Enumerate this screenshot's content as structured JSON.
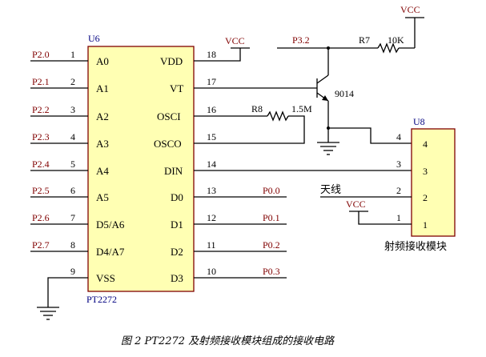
{
  "u6": {
    "ref": "U6",
    "part": "PT2272",
    "left_pins": [
      {
        "num": "1",
        "name": "A0",
        "net": "P2.0"
      },
      {
        "num": "2",
        "name": "A1",
        "net": "P2.1"
      },
      {
        "num": "3",
        "name": "A2",
        "net": "P2.2"
      },
      {
        "num": "4",
        "name": "A3",
        "net": "P2.3"
      },
      {
        "num": "5",
        "name": "A4",
        "net": "P2.4"
      },
      {
        "num": "6",
        "name": "A5",
        "net": "P2.5"
      },
      {
        "num": "7",
        "name": "D5/A6",
        "net": "P2.6"
      },
      {
        "num": "8",
        "name": "D4/A7",
        "net": "P2.7"
      },
      {
        "num": "9",
        "name": "VSS",
        "net": ""
      }
    ],
    "right_pins": [
      {
        "num": "18",
        "name": "VDD",
        "net": ""
      },
      {
        "num": "17",
        "name": "VT",
        "net": ""
      },
      {
        "num": "16",
        "name": "OSCI",
        "net": ""
      },
      {
        "num": "15",
        "name": "OSCO",
        "net": ""
      },
      {
        "num": "14",
        "name": "DIN",
        "net": ""
      },
      {
        "num": "13",
        "name": "D0",
        "net": "P0.0"
      },
      {
        "num": "12",
        "name": "D1",
        "net": "P0.1"
      },
      {
        "num": "11",
        "name": "D2",
        "net": "P0.2"
      },
      {
        "num": "10",
        "name": "D3",
        "net": "P0.3"
      }
    ]
  },
  "u8": {
    "ref": "U8",
    "label": "射频接收模块",
    "pins": [
      "4",
      "3",
      "2",
      "1"
    ]
  },
  "vcc_label": "VCC",
  "r7": {
    "ref": "R7",
    "value": "10K"
  },
  "r8": {
    "ref": "R8",
    "value": "1.5M"
  },
  "transistor": "9014",
  "p32_net": "P3.2",
  "antenna_label": "天线",
  "caption": "图 2  PT2272 及射频接收模块组成的接收电路"
}
